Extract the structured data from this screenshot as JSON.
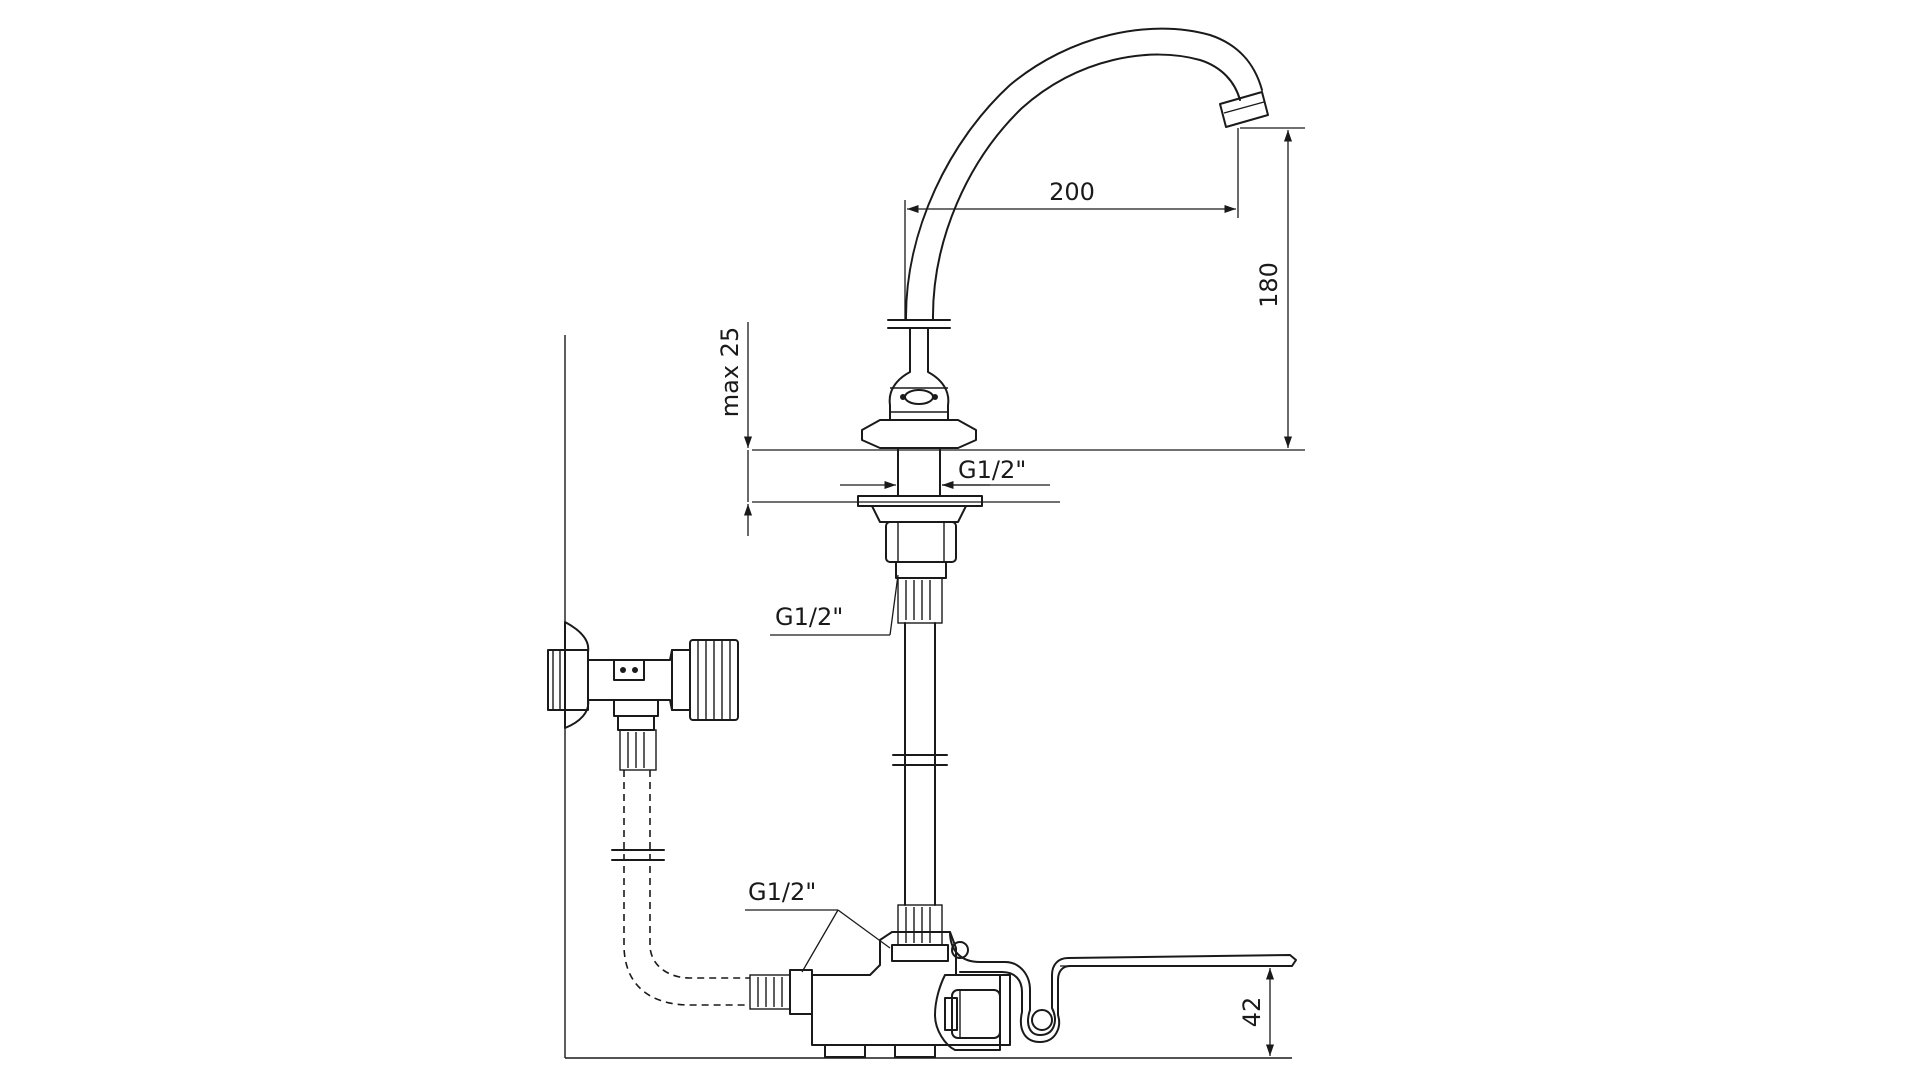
{
  "dimensions": {
    "spout_reach": "200",
    "spout_height": "180",
    "max_thickness": "max 25",
    "pedal_height": "42"
  },
  "thread_labels": {
    "mount_thread": "G1/2\"",
    "hose_upper_thread": "G1/2\"",
    "valve_thread": "G1/2\""
  }
}
